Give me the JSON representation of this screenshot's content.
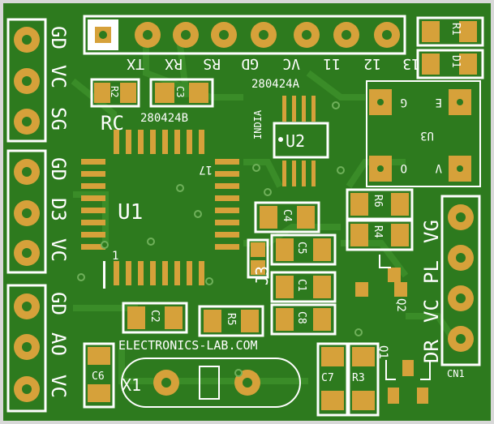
{
  "colors": {
    "board": "#2d7a1e",
    "board_dark": "#23661a",
    "trace": "#3a8c28",
    "pad": "#d6a13a",
    "silk": "#ffffff",
    "background": "#d8d8d8"
  },
  "top_header": {
    "pins": [
      "TX",
      "RX",
      "RS",
      "GD",
      "VC",
      "11",
      "12",
      "13"
    ]
  },
  "left_header": {
    "pins": [
      "GD",
      "VC",
      "SG",
      "GD",
      "D3",
      "VC",
      "GD",
      "AO",
      "VC"
    ]
  },
  "right_header": {
    "pins": [
      "VG",
      "PL",
      "VC",
      "DR"
    ],
    "name": "CN1"
  },
  "components": {
    "R1": "R1",
    "D1": "D1",
    "R2": "R2",
    "C3": "C3",
    "C4": "C4",
    "C5": "C5",
    "C1": "C1",
    "C8": "C8",
    "R6": "R6",
    "R4": "R4",
    "R5": "R5",
    "C2": "C2",
    "C6": "C6",
    "C7": "C7",
    "R3": "R3",
    "U1": "U1",
    "U2": "U2",
    "U3": "U3",
    "Q1": "Q1",
    "Q2": "Q2",
    "J3": "J3",
    "X1": "X1",
    "RC": "RC"
  },
  "labels": {
    "chip_u1_code": "280424B",
    "chip_u2_code": "280424A",
    "india": "INDIA",
    "pin17": "17",
    "pin1": "1",
    "website": "ELECTRONICS-LAB.COM",
    "u3_pins": [
      "G",
      "E",
      "O",
      "V"
    ]
  }
}
